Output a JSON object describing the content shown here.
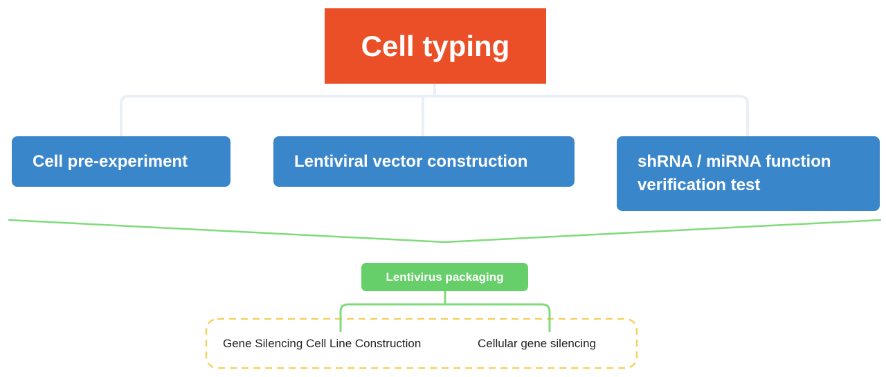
{
  "root": {
    "label": "Cell typing",
    "color": "#EB4F27"
  },
  "steps": [
    {
      "label": "Cell pre-experiment"
    },
    {
      "label": "Lentiviral vector construction"
    },
    {
      "label": "shRNA / miRNA function verification test"
    }
  ],
  "step_color": "#3A86CB",
  "packaging": {
    "label": "Lentivirus packaging",
    "color": "#66CF6A"
  },
  "outputs": [
    {
      "label": "Gene Silencing Cell Line Construction"
    },
    {
      "label": "Cellular gene silencing"
    }
  ],
  "group_border_color": "#F3D262"
}
